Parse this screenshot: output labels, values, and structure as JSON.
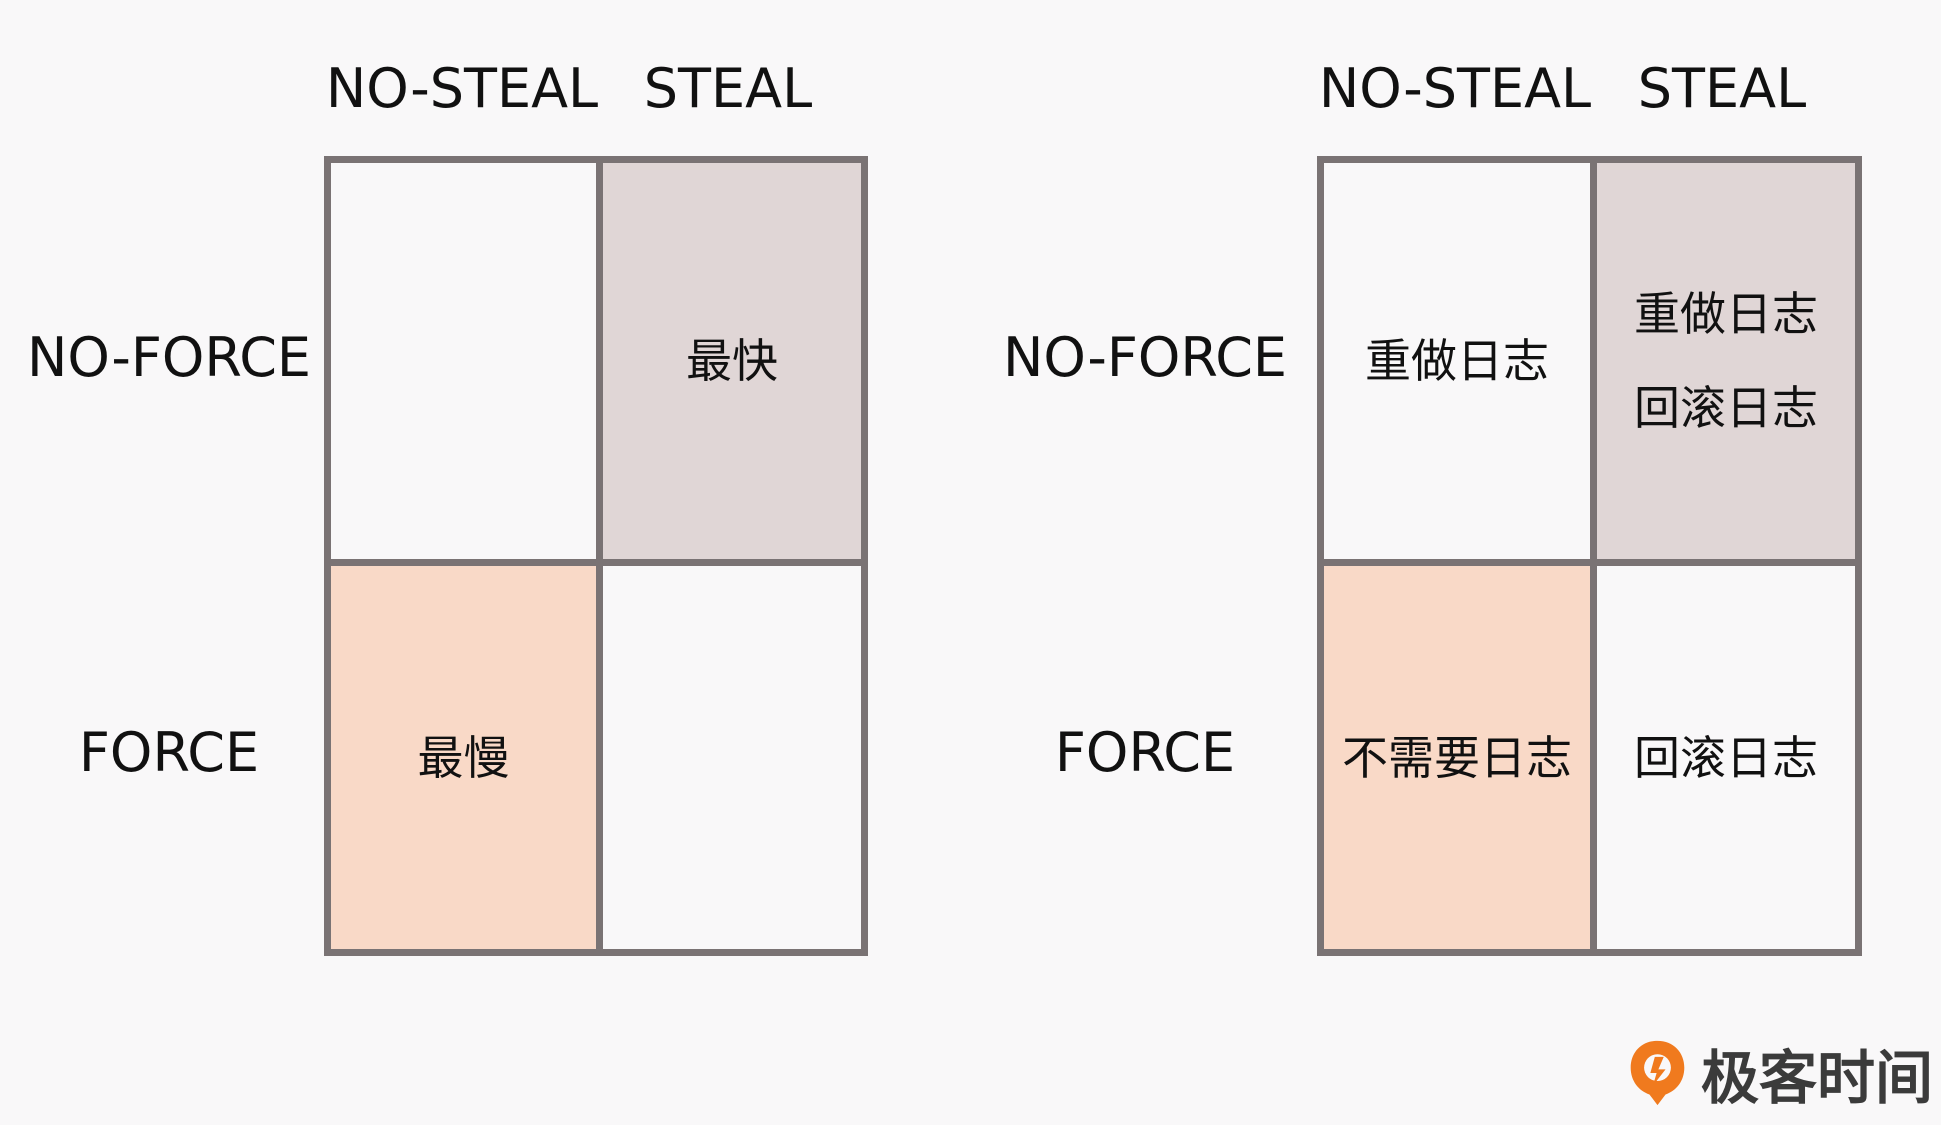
{
  "diagrams": [
    {
      "column_headers": [
        "NO-STEAL",
        "STEAL"
      ],
      "row_headers": [
        "NO-FORCE",
        "FORCE"
      ],
      "cells": {
        "noforce_nosteal": [],
        "noforce_steal": [
          "最快"
        ],
        "force_nosteal": [
          "最慢"
        ],
        "force_steal": []
      }
    },
    {
      "column_headers": [
        "NO-STEAL",
        "STEAL"
      ],
      "row_headers": [
        "NO-FORCE",
        "FORCE"
      ],
      "cells": {
        "noforce_nosteal": [
          "重做日志"
        ],
        "noforce_steal": [
          "重做日志",
          "回滚日志"
        ],
        "force_nosteal": [
          "不需要日志"
        ],
        "force_steal": [
          "回滚日志"
        ]
      }
    }
  ],
  "colors": {
    "background": "#f9f8f9",
    "border": "#7a7374",
    "white_cell": "#f9f8f9",
    "grey_cell": "#e0d6d6",
    "peach_cell": "#f9d9c7",
    "logo_orange": "#f07a1e"
  },
  "logo": {
    "text": "极客时间",
    "icon": "geektime-logo-icon"
  }
}
